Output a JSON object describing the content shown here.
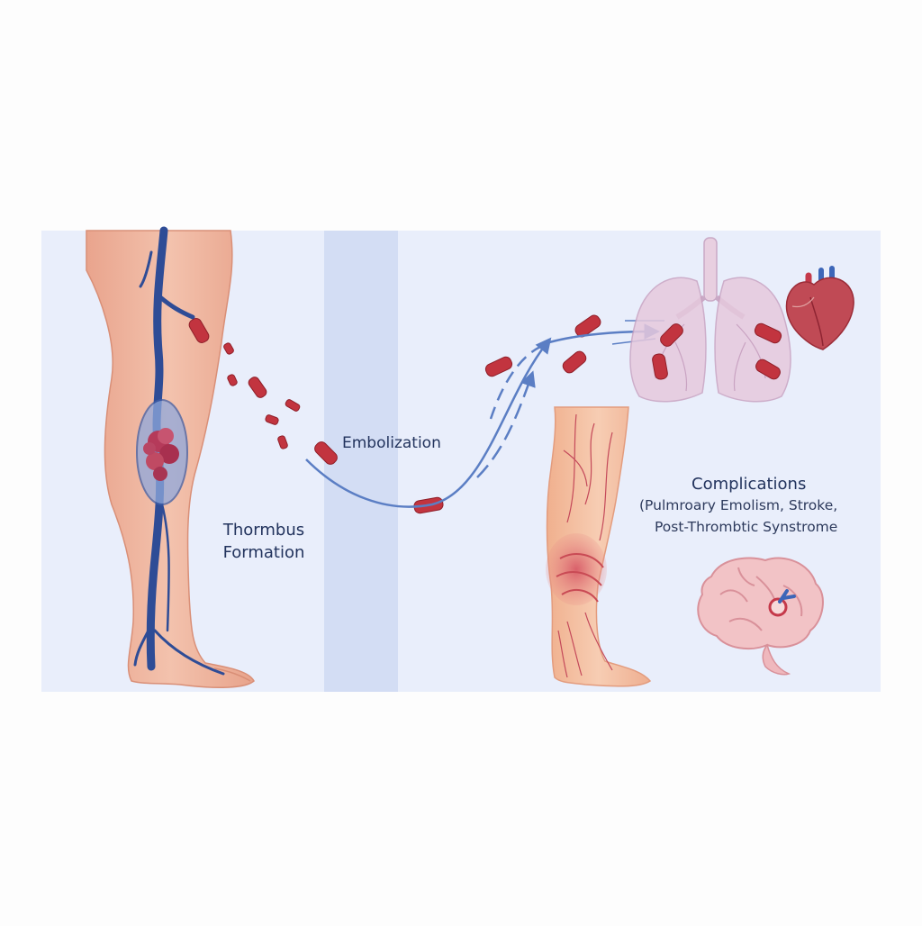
{
  "labels": {
    "thrombus_line1": "Thormbus",
    "thrombus_line2": "Formation",
    "embolization": "Embolization",
    "complications_title": "Complications",
    "complications_sub1": "(Pulmroary Emolism, Stroke,",
    "complications_sub2": "Post-Thrombtic Synstrome"
  },
  "colors": {
    "panel_background": "#e9eefb",
    "divider_band": "#d3ddf4",
    "skin": "#f0b7a0",
    "vein": "#2e4c96",
    "clot": "#c2343f",
    "arrow": "#5b7ec4",
    "organ_pink": "#e9c9d8",
    "text": "#22335d"
  },
  "icons": [
    "leg-with-vein-icon",
    "thrombus-icon",
    "embolus-icon",
    "lungs-icon",
    "heart-icon",
    "damaged-leg-icon",
    "brain-icon"
  ]
}
